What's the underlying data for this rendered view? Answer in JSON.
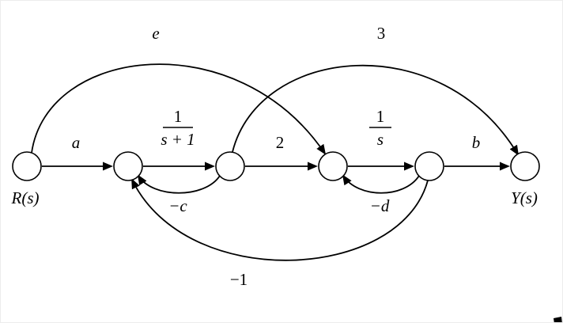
{
  "diagram": {
    "type": "signal-flow-graph",
    "nodes": [
      {
        "id": "n1",
        "label": "R(s)"
      },
      {
        "id": "n2",
        "label": ""
      },
      {
        "id": "n3",
        "label": ""
      },
      {
        "id": "n4",
        "label": ""
      },
      {
        "id": "n5",
        "label": ""
      },
      {
        "id": "n6",
        "label": "Y(s)"
      }
    ],
    "edges": [
      {
        "from": "n1",
        "to": "n2",
        "gain": "a",
        "type": "forward"
      },
      {
        "from": "n2",
        "to": "n3",
        "gain": "1/(s+1)",
        "num": "1",
        "den": "s + 1",
        "type": "forward"
      },
      {
        "from": "n3",
        "to": "n4",
        "gain": "2",
        "type": "forward"
      },
      {
        "from": "n4",
        "to": "n5",
        "gain": "1/s",
        "num": "1",
        "den": "s",
        "type": "forward"
      },
      {
        "from": "n5",
        "to": "n6",
        "gain": "b",
        "type": "forward"
      },
      {
        "from": "n1",
        "to": "n4",
        "gain": "e",
        "type": "feedforward"
      },
      {
        "from": "n3",
        "to": "n6",
        "gain": "3",
        "type": "feedforward"
      },
      {
        "from": "n3",
        "to": "n2",
        "gain": "−c",
        "type": "feedback"
      },
      {
        "from": "n5",
        "to": "n4",
        "gain": "−d",
        "type": "feedback"
      },
      {
        "from": "n5",
        "to": "n2",
        "gain": "−1",
        "type": "feedback"
      }
    ]
  }
}
